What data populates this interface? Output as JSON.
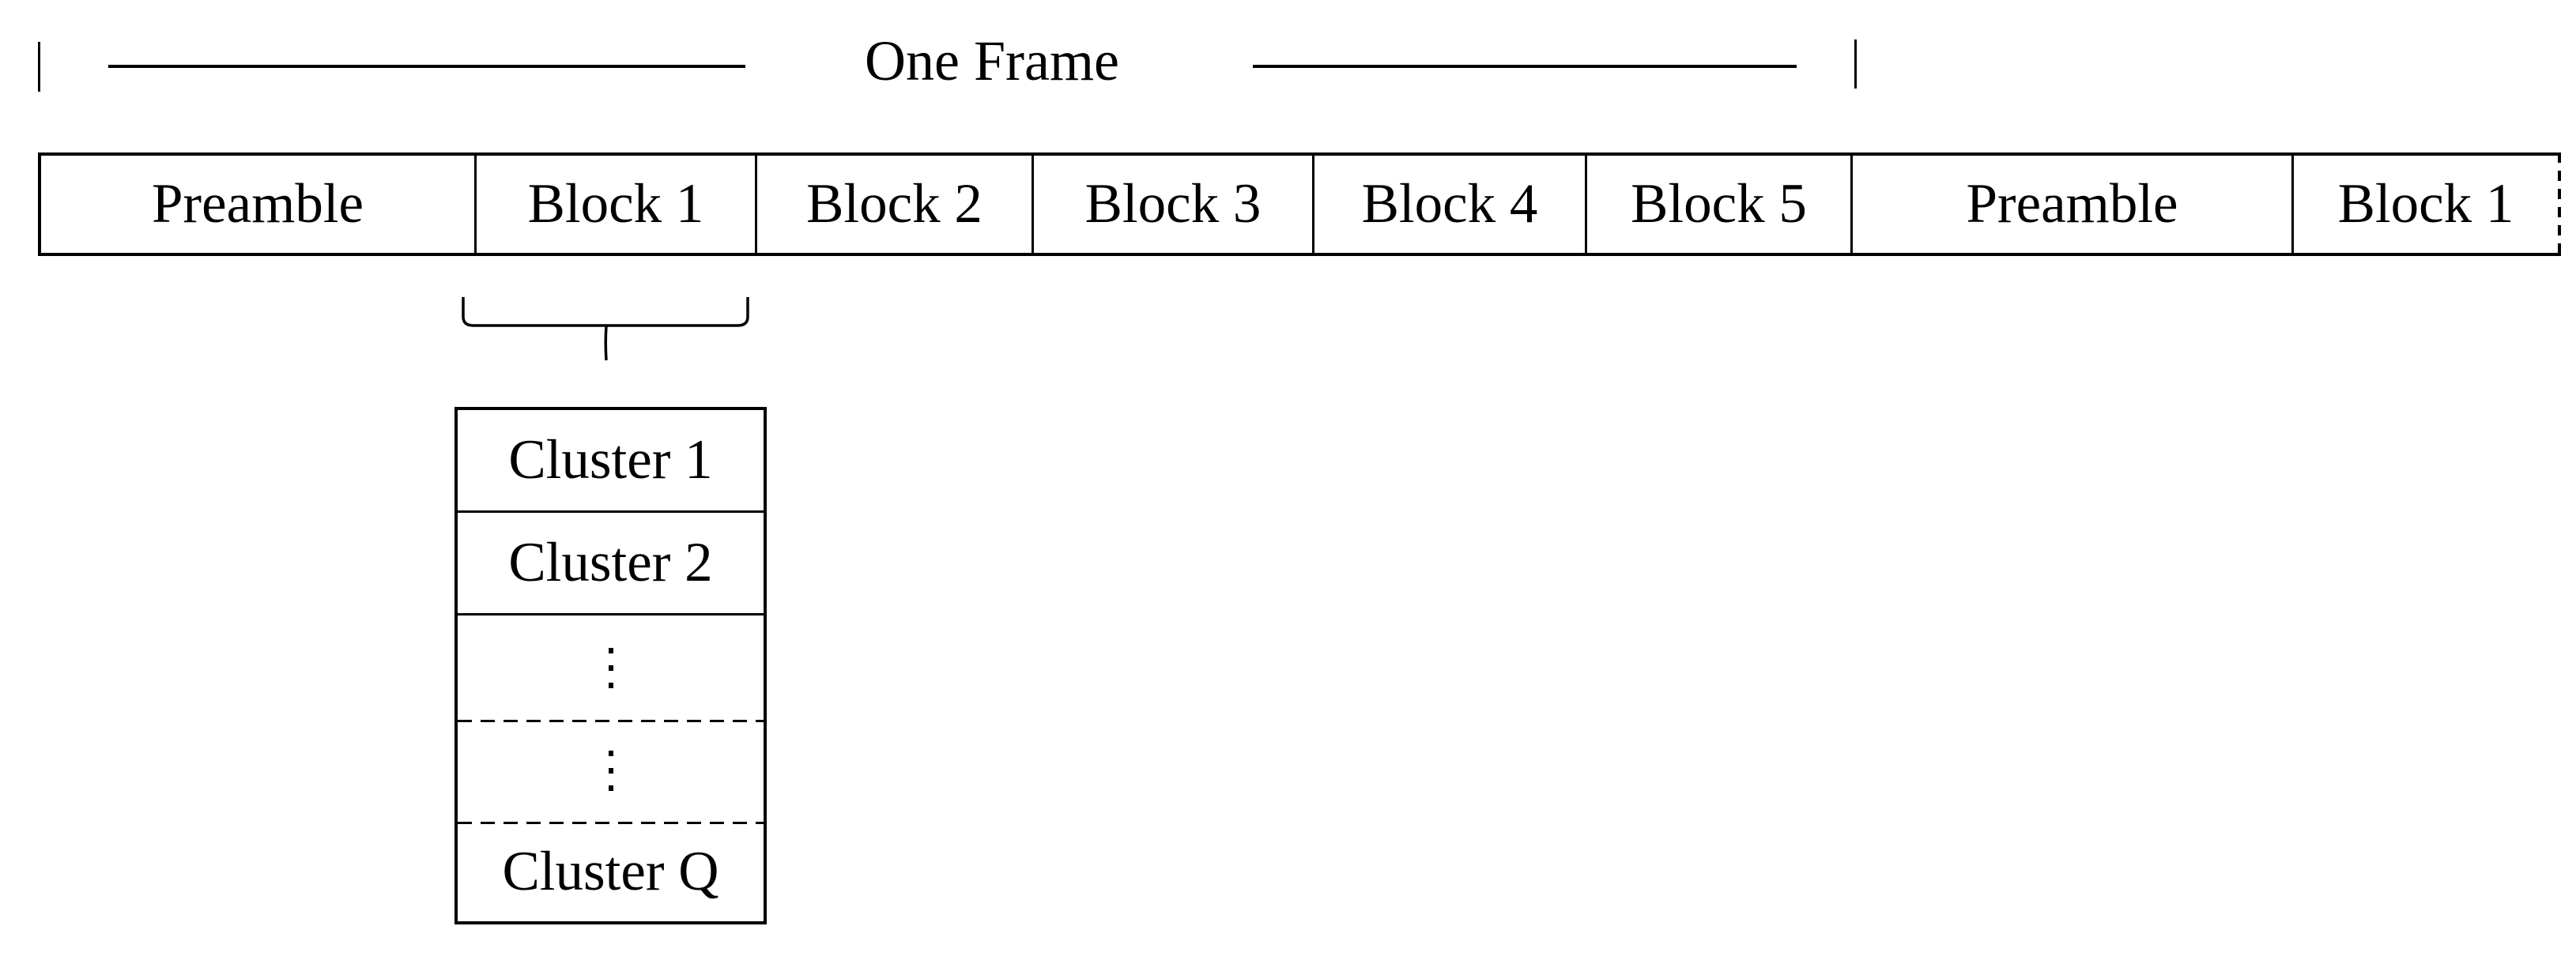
{
  "figure": {
    "span_label": "One Frame"
  },
  "frame_strip": {
    "cells": [
      {
        "label": "Preamble"
      },
      {
        "label": "Block 1"
      },
      {
        "label": "Block 2"
      },
      {
        "label": "Block 3"
      },
      {
        "label": "Block 4"
      },
      {
        "label": "Block 5"
      },
      {
        "label": "Preamble"
      },
      {
        "label": "Block 1"
      }
    ]
  },
  "cluster_table": {
    "rows": [
      {
        "label": "Cluster 1",
        "type": "text"
      },
      {
        "label": "Cluster 2",
        "type": "text"
      },
      {
        "label": "⋮",
        "type": "vertical-ellipsis"
      },
      {
        "label": "⋮",
        "type": "vertical-ellipsis"
      },
      {
        "label": "Cluster Q",
        "type": "text"
      }
    ]
  },
  "colors": {
    "ink": "#000000",
    "background": "#ffffff"
  }
}
